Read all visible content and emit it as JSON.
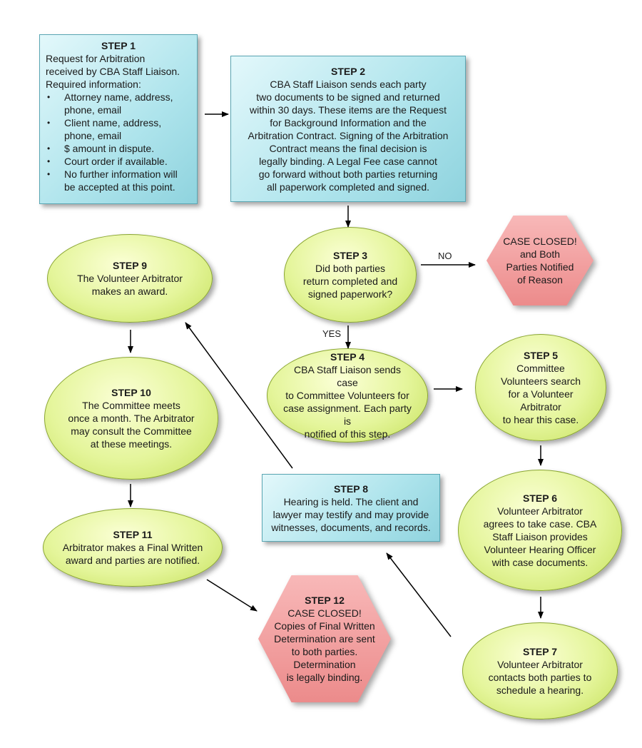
{
  "steps": {
    "s1": {
      "title": "STEP 1",
      "intro": [
        "Request for Arbitration",
        "received by CBA Staff Liaison.",
        "Required information:"
      ],
      "bullets": [
        "Attorney name, address, phone, email",
        "Client name, address, phone, email",
        "$ amount in dispute.",
        "Court order if available.",
        "No further information will be accepted at this point."
      ]
    },
    "s2": {
      "title": "STEP 2",
      "lines": [
        "CBA Staff Liaison sends each party",
        "two documents to be signed and returned",
        "within 30 days. These items are the Request",
        "for Background Information and the",
        "Arbitration Contract. Signing of the Arbitration",
        "Contract means the final decision is",
        "legally binding. A Legal Fee case cannot",
        "go forward without both parties returning",
        "all paperwork completed and signed."
      ]
    },
    "s3": {
      "title": "STEP 3",
      "lines": [
        "Did both parties",
        "return completed and",
        "signed paperwork?"
      ]
    },
    "closed1": {
      "lines": [
        "CASE CLOSED!",
        "and Both",
        "Parties Notified",
        "of Reason"
      ]
    },
    "s4": {
      "title": "STEP 4",
      "lines": [
        "CBA Staff Liaison sends case",
        "to Committee Volunteers for",
        "case assignment. Each party is",
        "notified of this step."
      ]
    },
    "s5": {
      "title": "STEP 5",
      "lines": [
        "Committee",
        "Volunteers search",
        "for a Volunteer",
        "Arbitrator",
        "to hear this case."
      ]
    },
    "s6": {
      "title": "STEP 6",
      "lines": [
        "Volunteer Arbitrator",
        "agrees to take case. CBA",
        "Staff Liaison provides",
        "Volunteer Hearing Officer",
        "with case documents."
      ]
    },
    "s7": {
      "title": "STEP 7",
      "lines": [
        "Volunteer Arbitrator",
        "contacts both parties to",
        "schedule a hearing."
      ]
    },
    "s8": {
      "title": "STEP 8",
      "lines": [
        "Hearing is held. The client and",
        "lawyer may testify and may provide",
        "witnesses, documents, and records."
      ]
    },
    "s9": {
      "title": "STEP 9",
      "lines": [
        "The Volunteer Arbitrator",
        "makes an award."
      ]
    },
    "s10": {
      "title": "STEP 10",
      "lines": [
        "The Committee meets",
        "once a month. The Arbitrator",
        "may consult the Committee",
        "at these meetings."
      ]
    },
    "s11": {
      "title": "STEP 11",
      "lines": [
        "Arbitrator makes a Final Written",
        "award and parties are notified."
      ]
    },
    "s12": {
      "title": "STEP 12",
      "lines": [
        "CASE CLOSED!",
        "Copies of Final Written",
        "Determination are sent",
        "to both parties.",
        "Determination",
        "is legally binding."
      ]
    }
  },
  "labels": {
    "no": "NO",
    "yes": "YES"
  },
  "colors": {
    "box_blue": "#aee4ec",
    "oval_green": "#e4f59a",
    "hex_red": "#ec8b8b",
    "arrow": "#000000"
  }
}
